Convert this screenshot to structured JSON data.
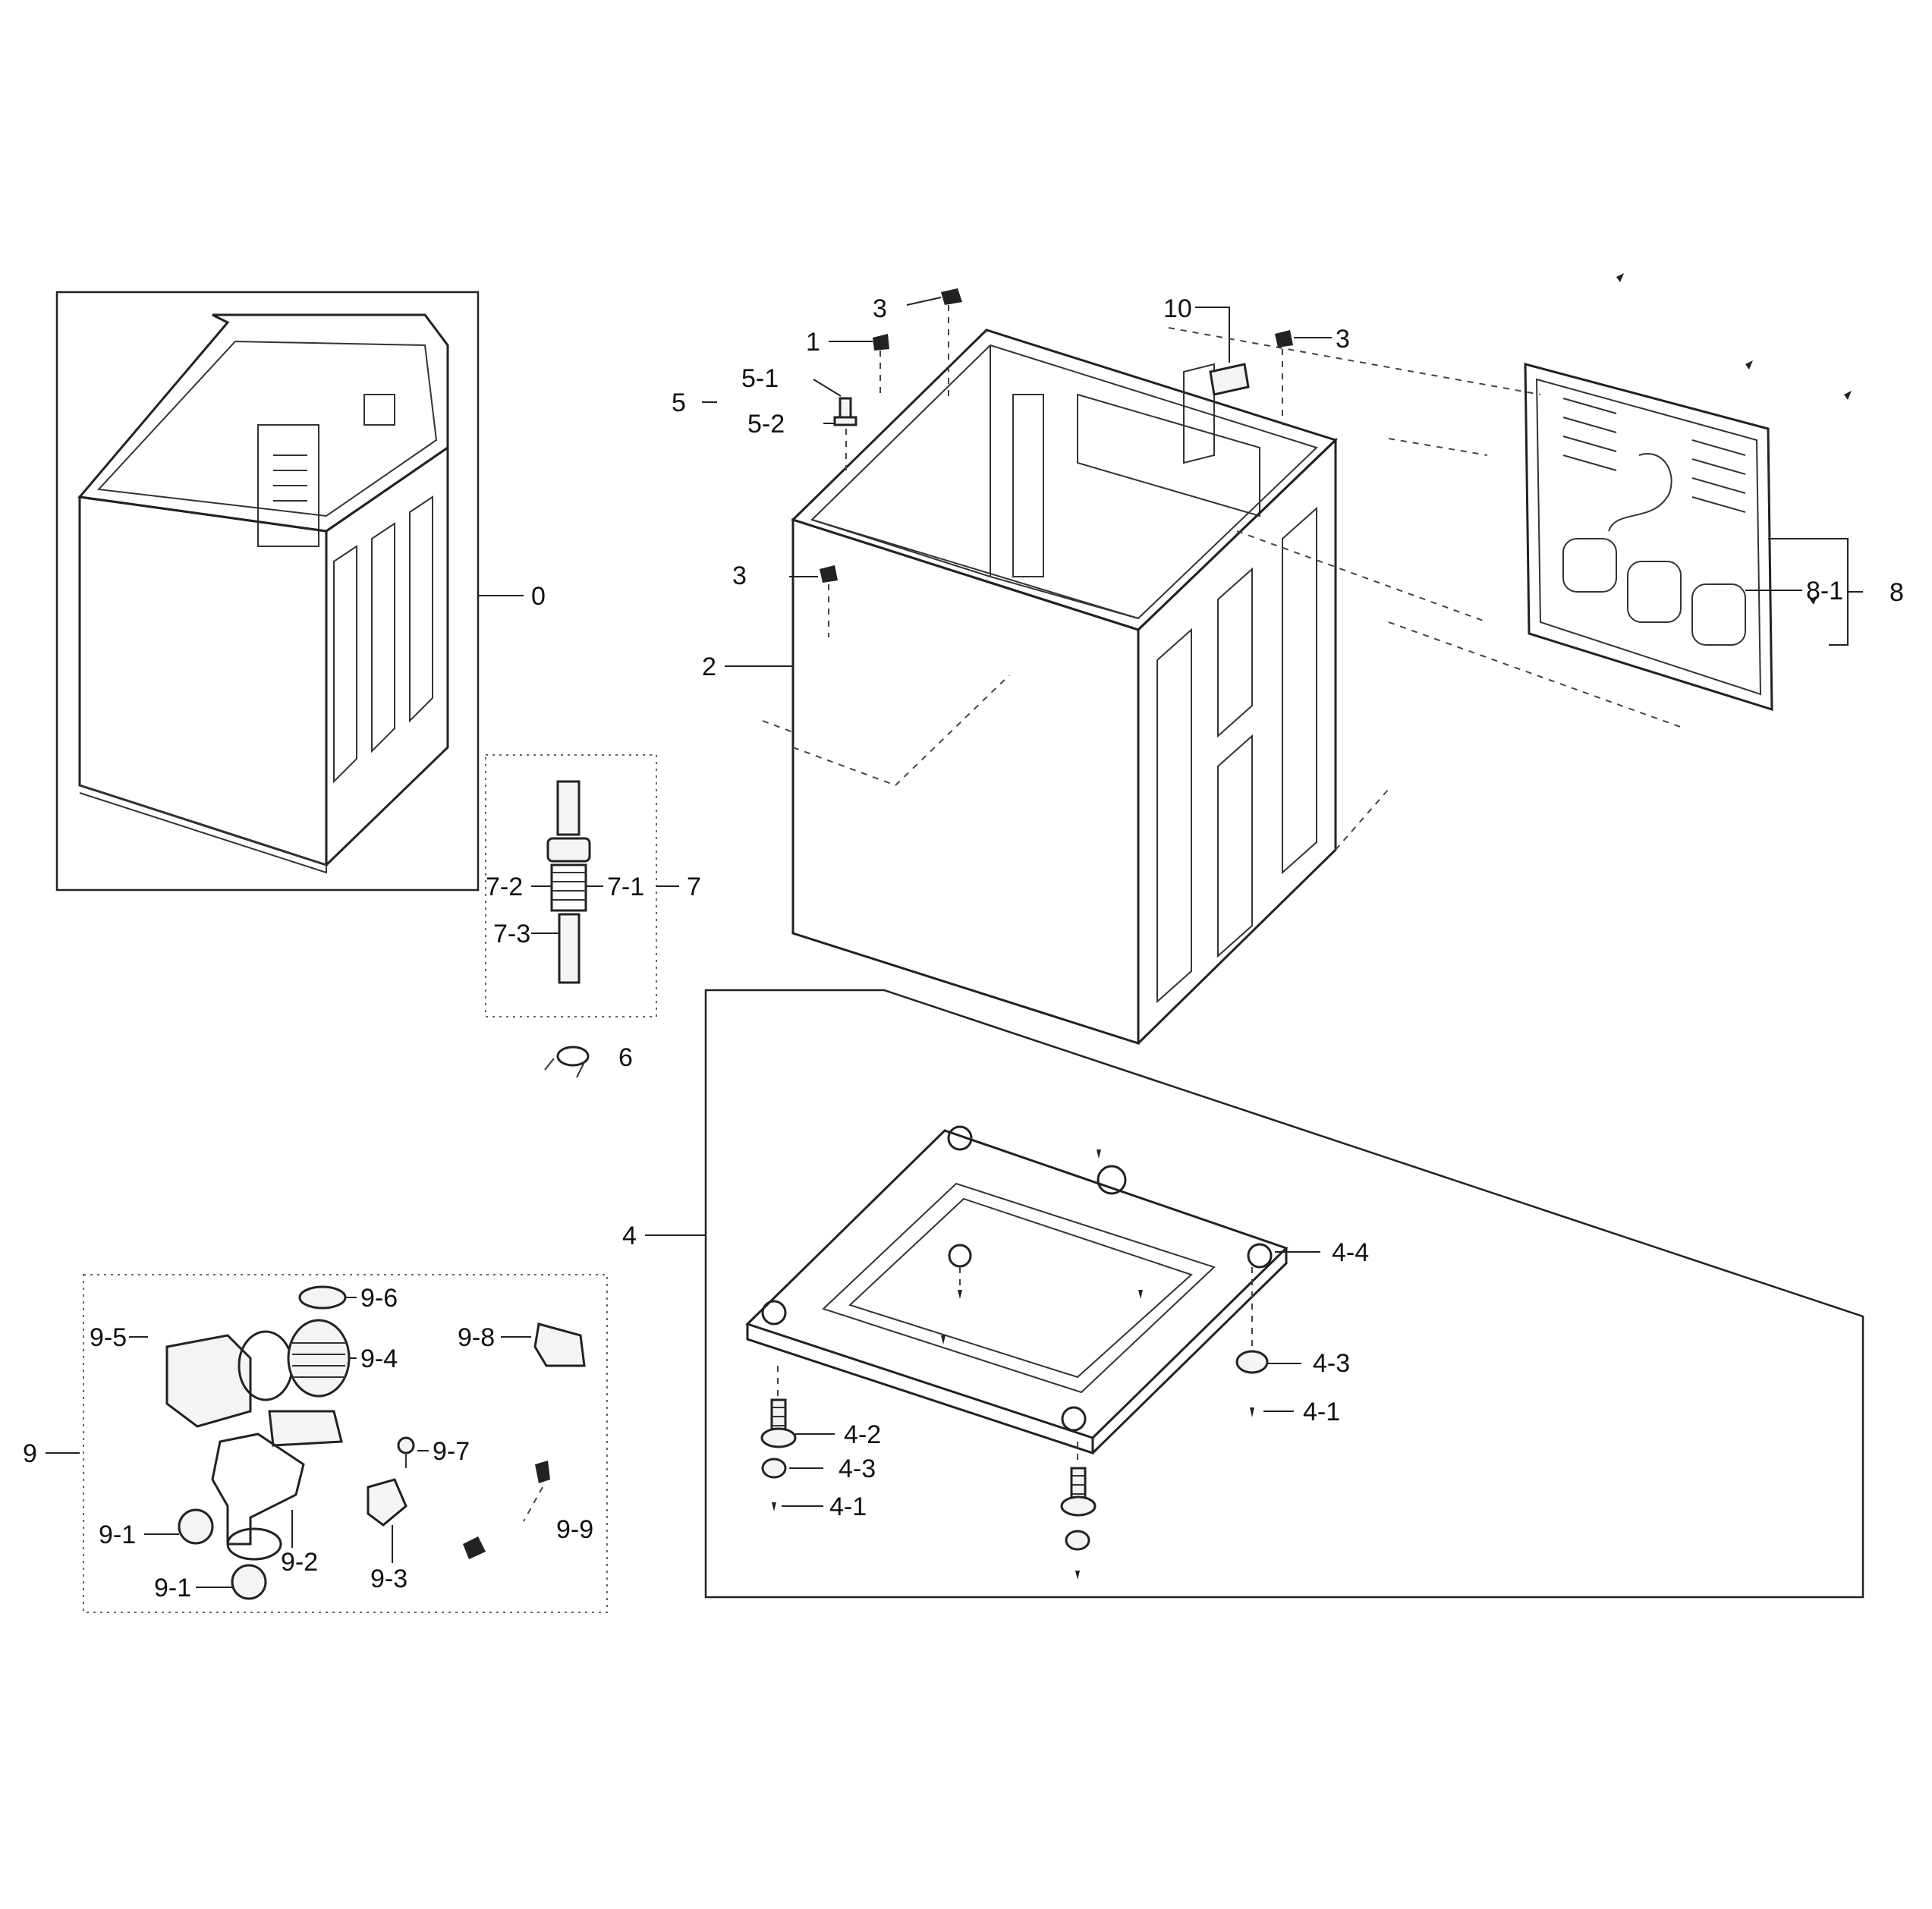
{
  "labels": {
    "l0": "0",
    "l1": "1",
    "l2": "2",
    "l3a": "3",
    "l3b": "3",
    "l3c": "3",
    "l4": "4",
    "l4_1a": "4-1",
    "l4_1b": "4-1",
    "l4_2": "4-2",
    "l4_3a": "4-3",
    "l4_3b": "4-3",
    "l4_4": "4-4",
    "l5": "5",
    "l5_1": "5-1",
    "l5_2": "5-2",
    "l6": "6",
    "l7": "7",
    "l7_1": "7-1",
    "l7_2": "7-2",
    "l7_3": "7-3",
    "l8": "8",
    "l8_1": "8-1",
    "l9": "9",
    "l9_1a": "9-1",
    "l9_1b": "9-1",
    "l9_2": "9-2",
    "l9_3": "9-3",
    "l9_4": "9-4",
    "l9_5": "9-5",
    "l9_6": "9-6",
    "l9_7": "9-7",
    "l9_8": "9-8",
    "l9_9": "9-9",
    "l10": "10"
  }
}
